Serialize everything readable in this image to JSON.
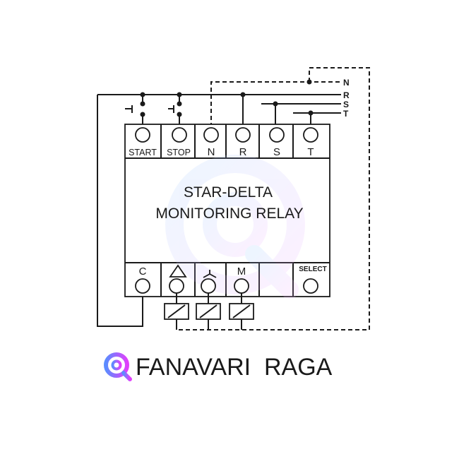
{
  "device": {
    "title_line1": "STAR-DELTA",
    "title_line2": "MONITORING RELAY"
  },
  "top_terminals": [
    "START",
    "STOP",
    "N",
    "R",
    "S",
    "T"
  ],
  "bottom_terminals": {
    "c": "C",
    "m": "M",
    "select": "SELECT",
    "delta_symbol": "delta-triangle",
    "star_symbol": "star-wye"
  },
  "phase_lines": [
    "N",
    "R",
    "S",
    "T"
  ],
  "brand": {
    "name": "FANAVARI  RAGA",
    "gradient_start": "#5b8cff",
    "gradient_end": "#e040fb"
  }
}
